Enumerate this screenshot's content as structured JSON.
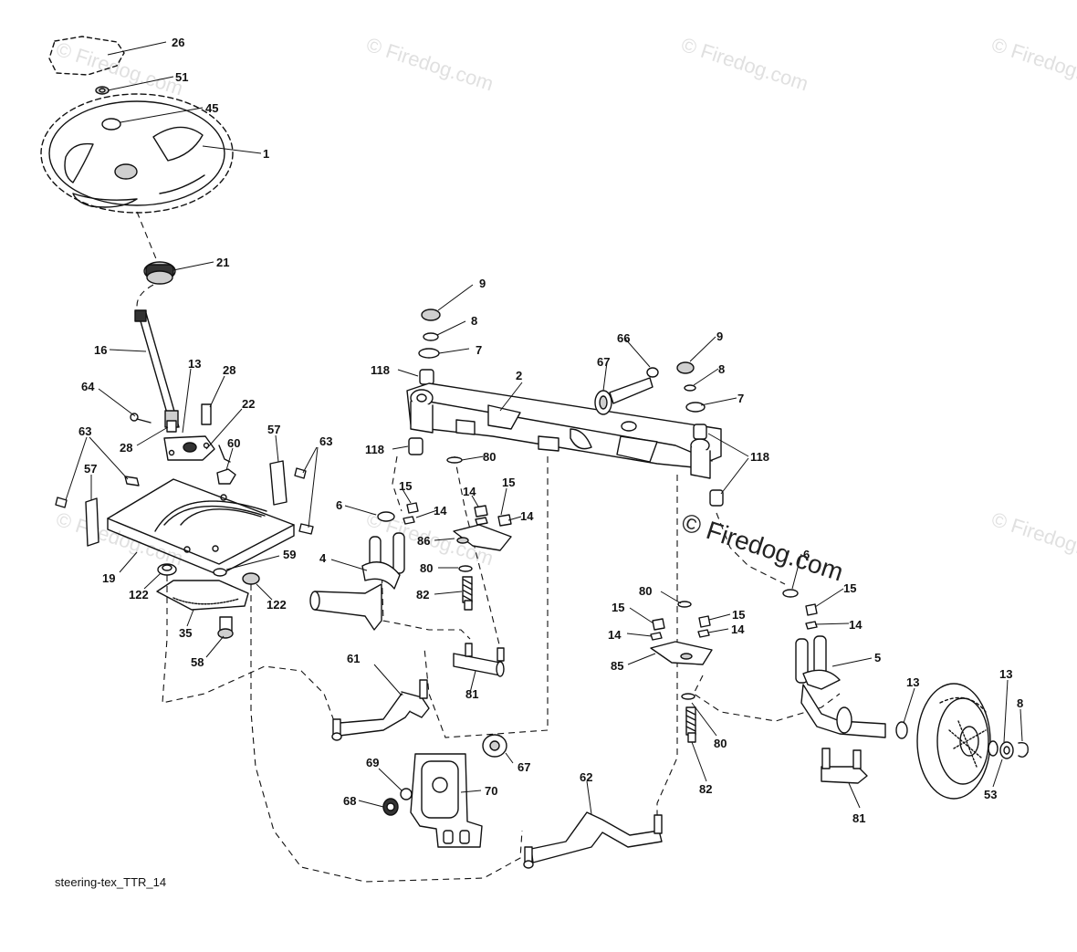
{
  "caption": "steering-tex_TTR_14",
  "watermark": {
    "main": "© Firedog.com",
    "faint": "© Firedog.com"
  },
  "callouts": {
    "c26": "26",
    "c51": "51",
    "c45": "45",
    "c1": "1",
    "c21": "21",
    "c16": "16",
    "c13a": "13",
    "c28a": "28",
    "c22": "22",
    "c64": "64",
    "c28b": "28",
    "c60": "60",
    "c57a": "57",
    "c63a": "63",
    "c63b": "63",
    "c57b": "57",
    "c19": "19",
    "c59": "59",
    "c122a": "122",
    "c122b": "122",
    "c35": "35",
    "c58": "58",
    "c9a": "9",
    "c8a": "8",
    "c7a": "7",
    "c118a": "118",
    "c118b": "118",
    "c2": "2",
    "c80a": "80",
    "c6a": "6",
    "c15a": "15",
    "c14a": "14",
    "c14b": "14",
    "c15b": "15",
    "c14c": "14",
    "c4": "4",
    "c86": "86",
    "c80b": "80",
    "c82a": "82",
    "c61": "61",
    "c81a": "81",
    "c66": "66",
    "c67a": "67",
    "c9b": "9",
    "c8b": "8",
    "c7b": "7",
    "c118c": "118",
    "c6b": "6",
    "c15c": "15",
    "c14d": "14",
    "c80c": "80",
    "c15d": "15",
    "c15e": "15",
    "c14e": "14",
    "c14f": "14",
    "c85": "85",
    "c5": "5",
    "c13b": "13",
    "c13c": "13",
    "c8c": "8",
    "c80d": "80",
    "c82b": "82",
    "c67b": "67",
    "c69": "69",
    "c70": "70",
    "c68": "68",
    "c62": "62",
    "c81b": "81",
    "c53": "53"
  }
}
